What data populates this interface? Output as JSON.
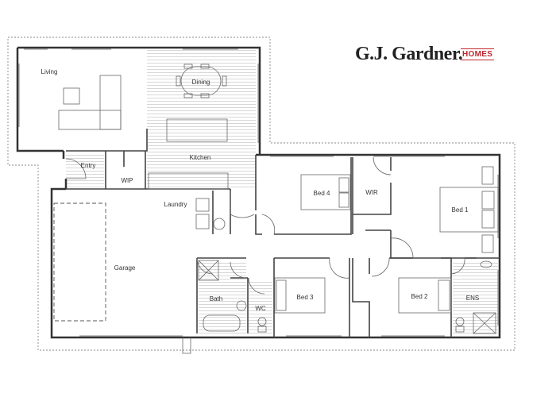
{
  "logo": {
    "brand": "G.J. Gardner.",
    "suffix": "HOMES",
    "brand_color": "#222222",
    "accent_color": "#c0272d"
  },
  "rooms": {
    "living": "Living",
    "dining": "Dining",
    "kitchen": "Kitchen",
    "entry": "Entry",
    "wip": "WIP",
    "laundry": "Laundry",
    "garage": "Garage",
    "bed4": "Bed 4",
    "wir": "WIR",
    "bed1": "Bed 1",
    "bath": "Bath",
    "wc": "WC",
    "bed3": "Bed 3",
    "bed2": "Bed 2",
    "ens": "ENS"
  }
}
